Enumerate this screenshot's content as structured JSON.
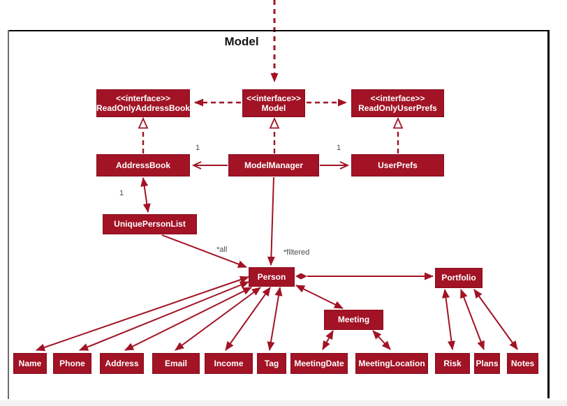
{
  "colors": {
    "model_red": "#A11325",
    "frame_border": "#000000",
    "label_gray": "#4a4a4a"
  },
  "frame": {
    "title": "Model"
  },
  "stereotype_label": "<<interface>>",
  "classes": {
    "read_only_address_book": "ReadOnlyAddressBook",
    "model_interface": "Model",
    "read_only_user_prefs": "ReadOnlyUserPrefs",
    "address_book": "AddressBook",
    "model_manager": "ModelManager",
    "user_prefs": "UserPrefs",
    "unique_person_list": "UniquePersonList",
    "person": "Person",
    "portfolio": "Portfolio",
    "meeting": "Meeting",
    "name": "Name",
    "phone": "Phone",
    "address": "Address",
    "email": "Email",
    "income": "Income",
    "tag": "Tag",
    "meeting_date": "MeetingDate",
    "meeting_location": "MeetingLocation",
    "risk": "Risk",
    "plans": "Plans",
    "notes": "Notes"
  },
  "edge_labels": {
    "mm_addressbook_multiplicity": "1",
    "mm_userprefs_multiplicity": "1",
    "ab_upl_multiplicity": "1",
    "upl_person_label": "*all",
    "mm_person_label": "*filtered"
  }
}
